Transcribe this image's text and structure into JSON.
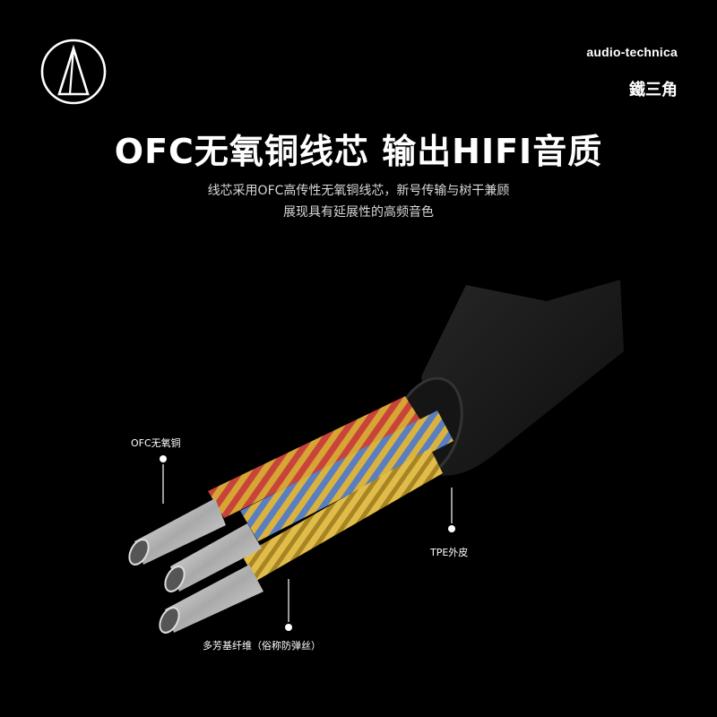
{
  "brand": {
    "name_en": "audio-technica",
    "name_cn": "鐵三角",
    "logo": "audio-technica-triangle-logo"
  },
  "headline": "OFC无氧铜线芯 输出HIFI音质",
  "subtitle": {
    "line1": "线芯采用OFC高传性无氧铜线芯，新号传输与树干兼顾",
    "line2": "展现具有延展性的高频音色"
  },
  "callouts": {
    "ofc": "OFC无氧铜",
    "tpe": "TPE外皮",
    "aramid": "多芳基纤维（俗称防弹丝）"
  },
  "colors": {
    "background": "#000000",
    "text": "#ffffff",
    "copper_red": "#c9473a",
    "strand_gold": "#d9b23c",
    "strand_blue": "#5b7fbf",
    "silver": "#cfcfcf",
    "jacket": "#1a1a1a"
  }
}
